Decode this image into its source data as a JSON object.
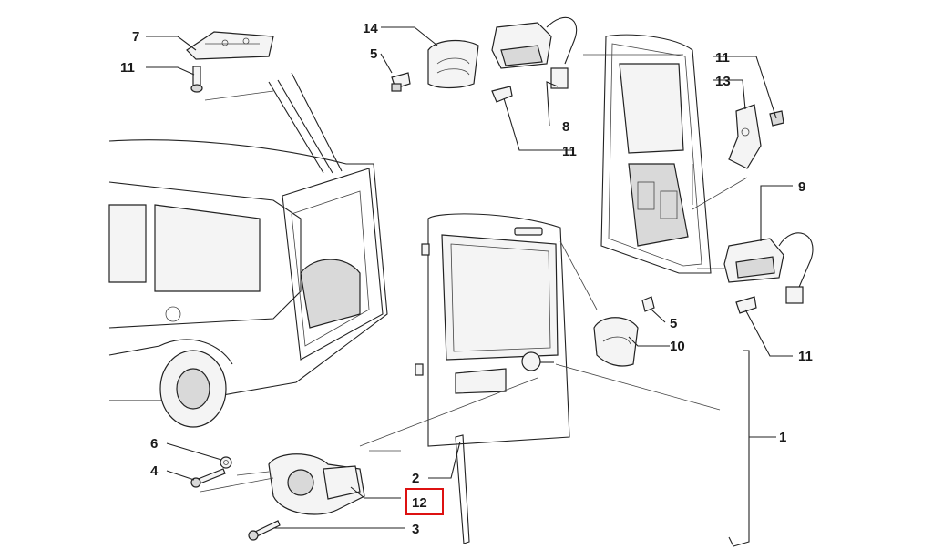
{
  "callouts": {
    "c1": "1",
    "c2": "2",
    "c3": "3",
    "c4": "4",
    "c5a": "5",
    "c5b": "5",
    "c6": "6",
    "c7": "7",
    "c8": "8",
    "c9": "9",
    "c10": "10",
    "c11a": "11",
    "c11b": "11",
    "c11c": "11",
    "c11d": "11",
    "c12": "12",
    "c13": "13",
    "c14": "14"
  },
  "highlight": {
    "color": "#dd1111",
    "callout": "12"
  }
}
